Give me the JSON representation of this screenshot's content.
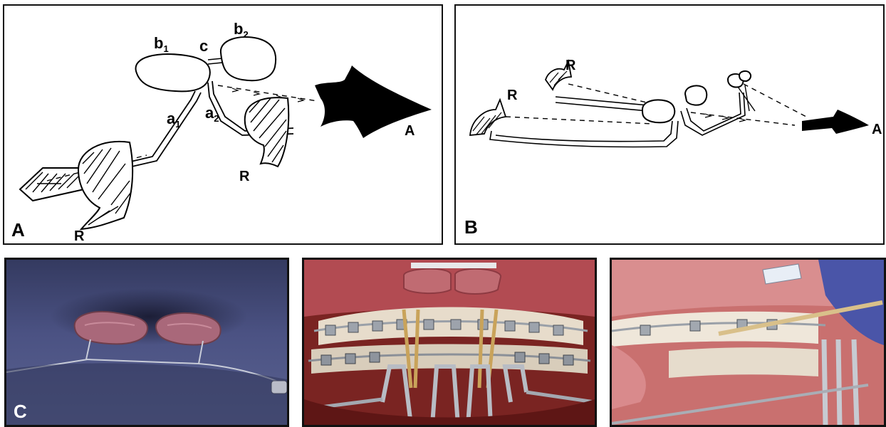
{
  "panels": {
    "a": {
      "label": "A",
      "annotations": {
        "b1": "b",
        "b1_sub": "1",
        "b2": "b",
        "b2_sub": "2",
        "c": "c",
        "a1": "a",
        "a1_sub": "1",
        "a2": "a",
        "a2_sub": "2",
        "r_left": "R",
        "r_right": "R",
        "arrow_a": "A"
      }
    },
    "b": {
      "label": "B",
      "annotations": {
        "r_top": "R",
        "r_mid": "R",
        "arrow_a": "A"
      }
    },
    "c": {
      "label": "C"
    }
  }
}
